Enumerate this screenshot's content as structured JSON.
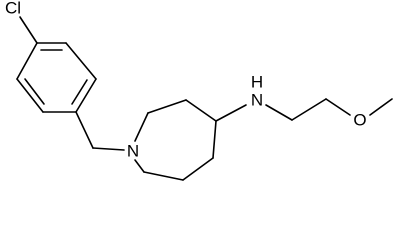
{
  "molecule": {
    "atoms": {
      "chlorine": "Cl",
      "ring_nitrogen": "N",
      "amine_nitrogen": "N",
      "amine_hydrogen": "H",
      "oxygen": "O"
    }
  }
}
